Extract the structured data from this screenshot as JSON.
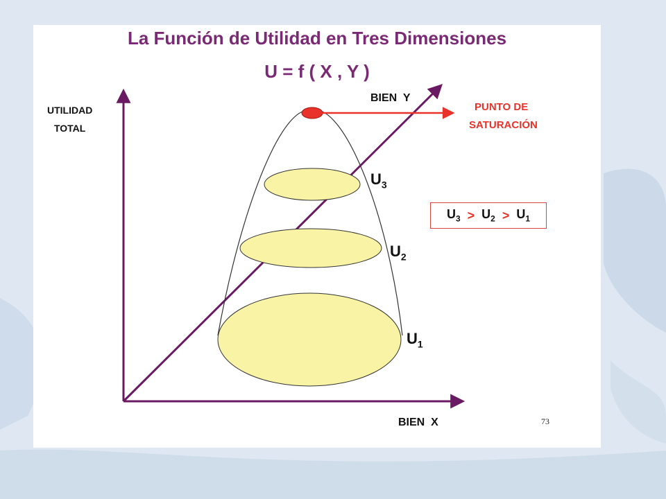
{
  "title": "La Función de Utilidad en Tres Dimensiones",
  "formula": "U = f ( X , Y )",
  "axes": {
    "vertical_line1": "UTILIDAD",
    "vertical_line2": "TOTAL",
    "y_good": "BIEN  Y",
    "x_good": "BIEN  X"
  },
  "saturation": {
    "line1": "PUNTO DE",
    "line2": "SATURACIÓN"
  },
  "levels": [
    {
      "base": "U",
      "sub": "3"
    },
    {
      "base": "U",
      "sub": "2"
    },
    {
      "base": "U",
      "sub": "1"
    }
  ],
  "ordering": {
    "items": [
      {
        "base": "U",
        "sub": "3"
      },
      {
        "base": "U",
        "sub": "2"
      },
      {
        "base": "U",
        "sub": "1"
      }
    ],
    "separator": ">"
  },
  "page_number": "73",
  "colors": {
    "title": "#7a2a74",
    "axis": "#6a1a63",
    "highlight": "#e8322a",
    "indifference_fill": "#f9f3a6"
  }
}
